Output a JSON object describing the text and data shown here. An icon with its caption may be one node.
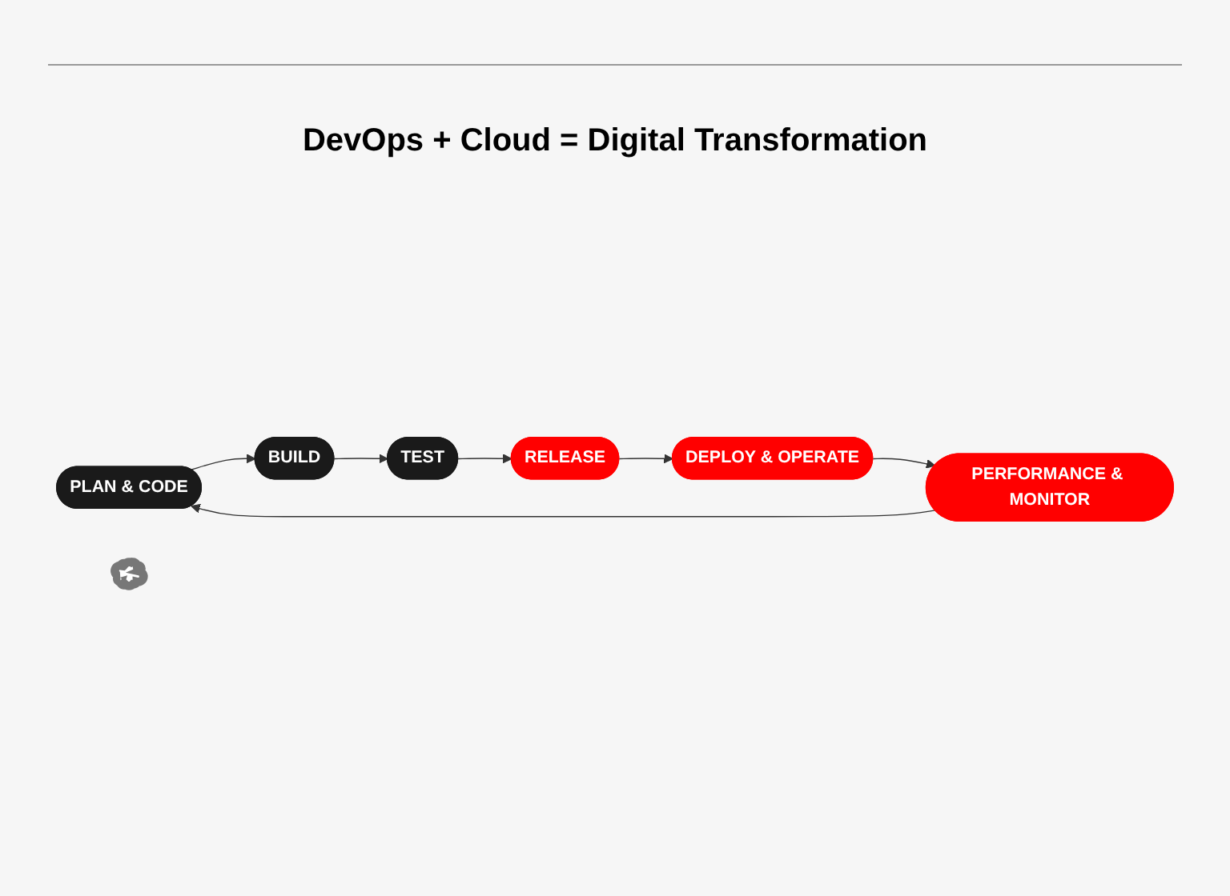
{
  "diagram": {
    "title": "DevOps + Cloud = Digital Transformation",
    "nodes": [
      {
        "text": [
          "PLAN & CODE"
        ]
      },
      {
        "text": [
          "BUILD"
        ]
      },
      {
        "text": [
          "TEST"
        ]
      },
      {
        "text": [
          "RELEASE"
        ]
      },
      {
        "text": [
          "DEPLOY & OPERATE"
        ]
      },
      {
        "text": [
          "PERFORMANCE & MONITOR"
        ]
      },
      {
        "text": [],
        "shape": "cloud"
      }
    ],
    "edges": [
      {
        "from": 0,
        "to": 1,
        "arrow": "to"
      },
      {
        "from": 1,
        "to": 2,
        "arrow": "to"
      },
      {
        "from": 2,
        "to": 3,
        "arrow": "to"
      },
      {
        "from": 3,
        "to": 4,
        "arrow": "to"
      },
      {
        "from": 4,
        "to": 5,
        "arrow": "to"
      },
      {
        "from": 5,
        "to": 0,
        "arrow": "to"
      }
    ]
  }
}
